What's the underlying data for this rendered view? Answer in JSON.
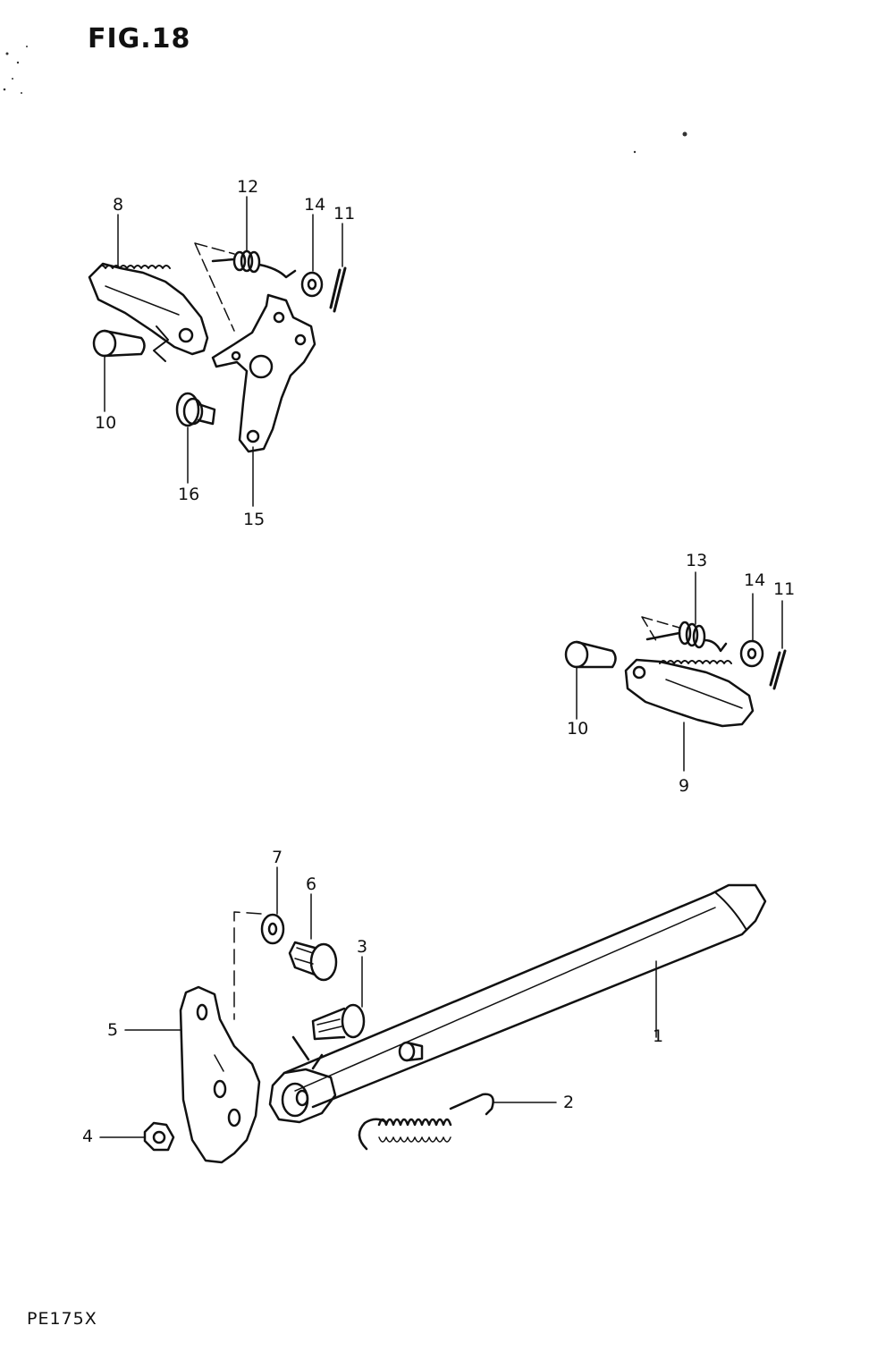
{
  "figure_label": "FIG.18",
  "model_code": "PE175X",
  "callouts": {
    "c1": "1",
    "c2": "2",
    "c3": "3",
    "c4": "4",
    "c5": "5",
    "c6": "6",
    "c7": "7",
    "c8": "8",
    "c9": "9",
    "c10a": "10",
    "c10b": "10",
    "c11a": "11",
    "c11b": "11",
    "c12": "12",
    "c13": "13",
    "c14a": "14",
    "c14b": "14",
    "c15": "15",
    "c16": "16"
  },
  "colors": {
    "ink": "#111111",
    "paper": "#ffffff"
  }
}
